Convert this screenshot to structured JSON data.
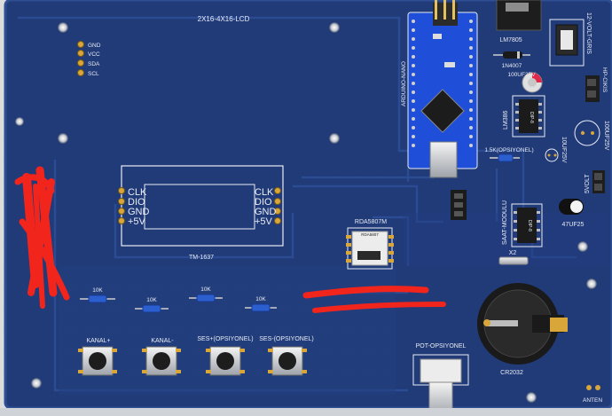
{
  "board": {
    "lcd_label": "2X16-4X16-LCD",
    "i2c_pins": [
      "GND",
      "VCC",
      "SDA",
      "SCL"
    ],
    "arduino_label": "ARDUINO-NANO",
    "regulator_label": "LM7805",
    "diode_label": "1N4007",
    "cap_big_label": "100UF25V",
    "power_in_label": "12-VOLT-GRIS",
    "hp_label": "HP-CIKIS",
    "lm386_label": "LM386",
    "lm386_chip_text": "DIP-8",
    "right_cap_label": "100UF25V",
    "resistor_opt_label": "1.5K(OPSIYONEL)",
    "cap_10uf_label": "10UF25V",
    "volt_out_label": "5VOLT",
    "cap_47_label": "47UF25",
    "tm1637_pins_left": [
      "CLK",
      "DIO",
      "GND",
      "+5V"
    ],
    "tm1637_pins_right": [
      "CLK",
      "DIO",
      "GND",
      "+5V"
    ],
    "tm1637_label": "TM-1637",
    "rda_label": "RDA5807M",
    "rda_chip_text": "RDA5807",
    "saat_label": "SAAT-MODULU",
    "saat_chip_text": "DIP-8",
    "crystal_label": "X2",
    "resistors": [
      "10K",
      "10K",
      "10K",
      "10K"
    ],
    "buttons": [
      "KANAL+",
      "KANAL-",
      "SES+(OPSIYONEL)",
      "SES-(OPSIYONEL)"
    ],
    "pot_label": "POT-OPSIYONEL",
    "battery_label": "CR2032",
    "antenna_label": "ANTEN"
  },
  "colors": {
    "board_blue": "#213a78",
    "trace_blue": "#2a4a90",
    "silkscreen": "#e8ecf4",
    "arduino_blue": "#1f4fd8",
    "annotation_red": "#f2251c"
  }
}
